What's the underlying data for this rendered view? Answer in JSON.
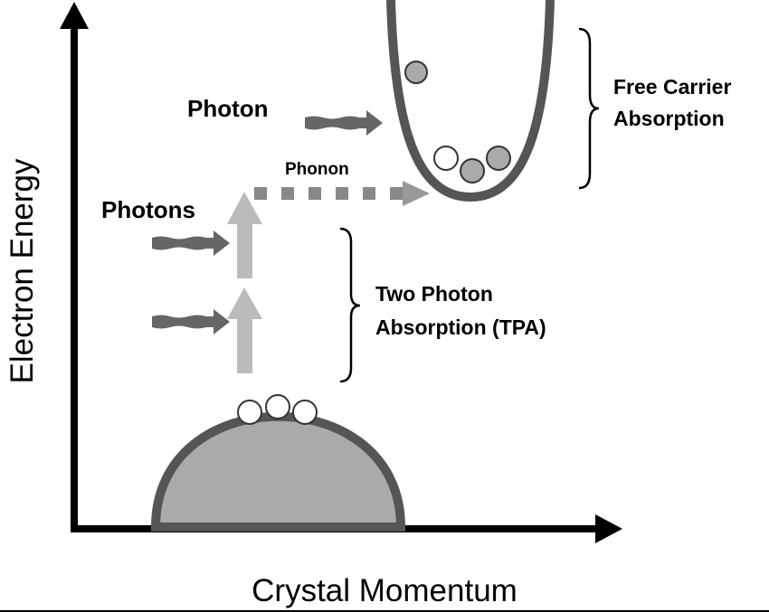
{
  "axes": {
    "y_label": "Electron Energy",
    "x_label": "Crystal Momentum"
  },
  "labels": {
    "photon": "Photon",
    "phonon": "Phonon",
    "photons": "Photons",
    "fca_line1": "Free Carrier",
    "fca_line2": "Absorption",
    "tpa_line1": "Two Photon",
    "tpa_line2": "Absorption (TPA)"
  },
  "colors": {
    "band_outline": "#555555",
    "band_fill": "#aaaaaa",
    "photon_arrow": "#666666",
    "transition_arrow": "#bbbbbb",
    "phonon": "#888888"
  }
}
